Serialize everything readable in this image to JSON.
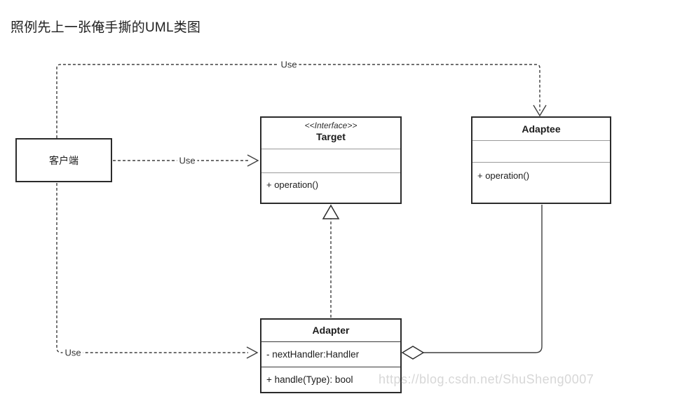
{
  "page": {
    "title": "照例先上一张俺手撕的UML类图",
    "watermark": "https://blog.csdn.net/ShuSheng0007"
  },
  "diagram": {
    "client": {
      "name": "客户端"
    },
    "target": {
      "stereotype": "<<Interface>>",
      "name": "Target",
      "attributes": [],
      "method": "+ operation()"
    },
    "adaptee": {
      "name": "Adaptee",
      "attributes": [],
      "method": "+ operation()"
    },
    "adapter": {
      "name": "Adapter",
      "attribute": "- nextHandler:Handler",
      "method": "+ handle(Type): bool"
    },
    "edges": [
      {
        "from": "客户端",
        "to": "Adaptee",
        "type": "dependency-dashed-open-arrow",
        "label": "Use"
      },
      {
        "from": "客户端",
        "to": "Target",
        "type": "dependency-dashed-open-arrow",
        "label": "Use"
      },
      {
        "from": "客户端",
        "to": "Adapter",
        "type": "dependency-dashed-open-arrow",
        "label": "Use"
      },
      {
        "from": "Adapter",
        "to": "Target",
        "type": "realization-hollow-triangle",
        "label": ""
      },
      {
        "from": "Adaptee",
        "to": "Adapter",
        "type": "aggregation-hollow-diamond",
        "label": ""
      }
    ],
    "colors": {
      "box_border": "#2b2b2b",
      "section_divider": "#9a9a9a",
      "connector": "#3f3f3f",
      "watermark": "#d7d7d7",
      "background": "#ffffff"
    }
  }
}
